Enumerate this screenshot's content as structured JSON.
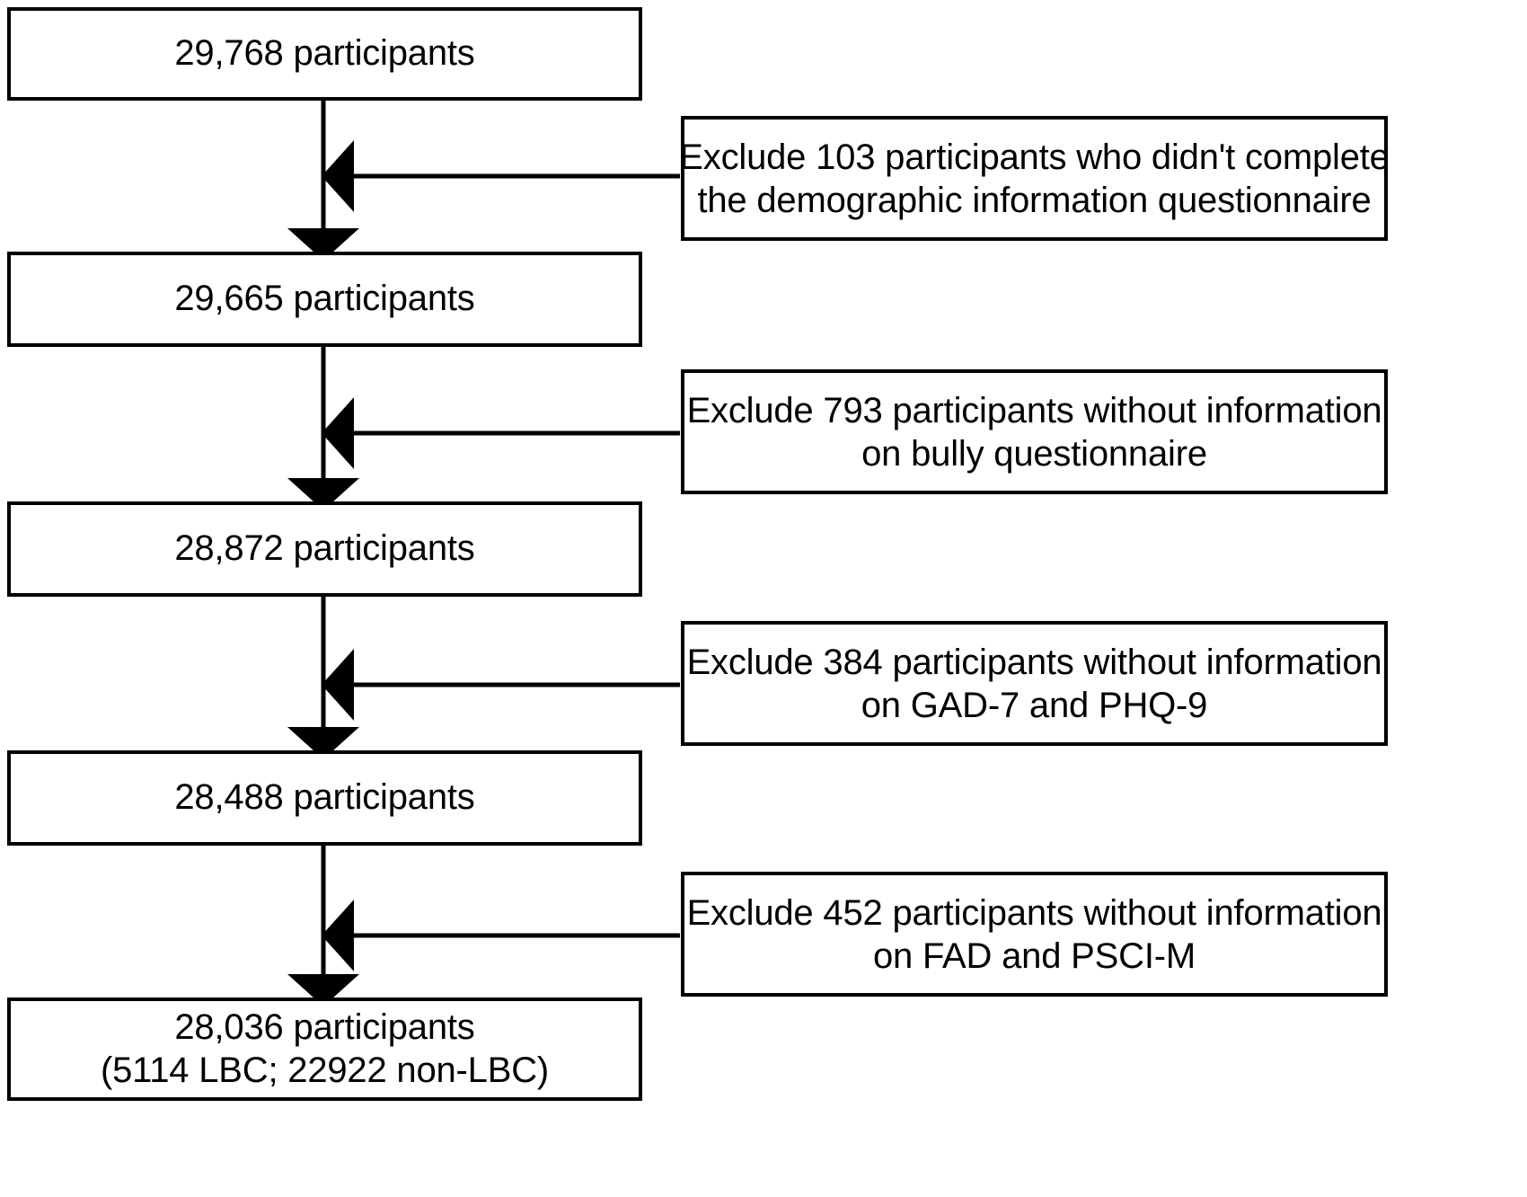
{
  "diagram": {
    "type": "participant-flow-chart",
    "title": "Participant selection flow diagram",
    "stroke_color": "#000000",
    "background_color": "#ffffff",
    "nodes": [
      {
        "id": "n1",
        "lines": [
          "29,768 participants"
        ]
      },
      {
        "id": "n2",
        "lines": [
          "29,665 participants"
        ]
      },
      {
        "id": "n3",
        "lines": [
          "28,872 participants"
        ]
      },
      {
        "id": "n4",
        "lines": [
          "28,488 participants"
        ]
      },
      {
        "id": "n5",
        "lines": [
          "28,036 participants",
          "(5114 LBC; 22922 non-LBC)"
        ]
      }
    ],
    "exclusions": [
      {
        "id": "e1",
        "line1": "Exclude 103 participants who didn't complete",
        "line2": "the demographic information questionnaire"
      },
      {
        "id": "e2",
        "line1": "Exclude 793 participants without information",
        "line2": "on bully questionnaire"
      },
      {
        "id": "e3",
        "line1": "Exclude 384 participants without information",
        "line2": "on GAD-7 and PHQ-9"
      },
      {
        "id": "e4",
        "line1": "Exclude 452 participants without information",
        "line2": "on FAD and PSCI-M"
      }
    ]
  },
  "chart_data": {
    "type": "diagram",
    "title": "Participant selection flow diagram",
    "stages": [
      {
        "label": "29,768 participants",
        "n": 29768
      },
      {
        "label": "29,665 participants",
        "n": 29665
      },
      {
        "label": "28,872 participants",
        "n": 28872
      },
      {
        "label": "28,488 participants",
        "n": 28488
      },
      {
        "label": "28,036 participants (5114 LBC; 22922 non-LBC)",
        "n": 28036,
        "lbc": 5114,
        "non_lbc": 22922
      }
    ],
    "exclusions": [
      {
        "n": 103,
        "reason": "didn't complete the demographic information questionnaire"
      },
      {
        "n": 793,
        "reason": "without information on bully questionnaire"
      },
      {
        "n": 384,
        "reason": "without information on GAD-7 and PHQ-9"
      },
      {
        "n": 452,
        "reason": "without information on FAD and PSCI-M"
      }
    ]
  }
}
